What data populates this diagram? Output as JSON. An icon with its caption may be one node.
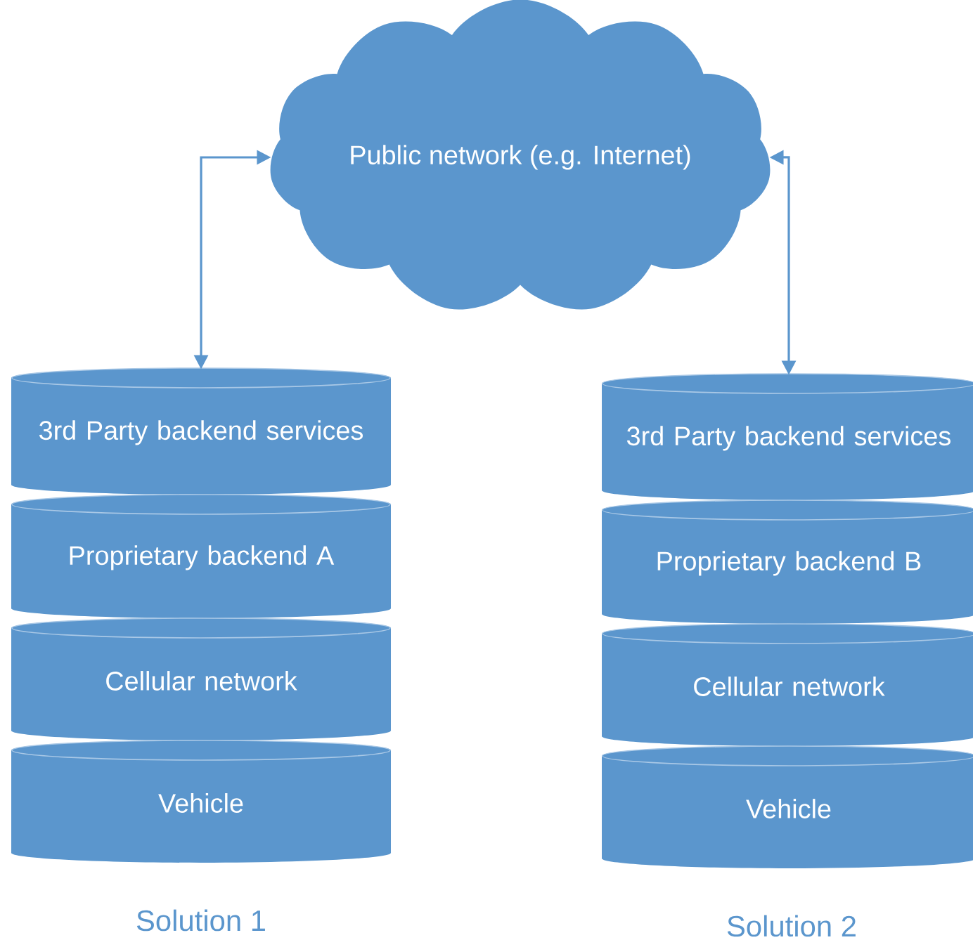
{
  "diagram": {
    "nodes": [
      {
        "text": [
          "Public network (e.g. Internet)"
        ]
      },
      {
        "text": [
          "3rd Party backend services"
        ]
      },
      {
        "text": [
          "Proprietary backend A"
        ]
      },
      {
        "text": [
          "Cellular network"
        ]
      },
      {
        "text": [
          "Vehicle"
        ]
      },
      {
        "text": [
          "3rd Party backend services"
        ]
      },
      {
        "text": [
          "Proprietary backend B"
        ]
      },
      {
        "text": [
          "Cellular network"
        ]
      },
      {
        "text": [
          "Vehicle"
        ]
      }
    ],
    "edges": [
      {
        "from": 0,
        "to": 1,
        "arrow": "both"
      },
      {
        "from": 0,
        "to": 5,
        "arrow": "both"
      }
    ],
    "labels": [
      "Solution 1",
      "Solution 2"
    ]
  }
}
